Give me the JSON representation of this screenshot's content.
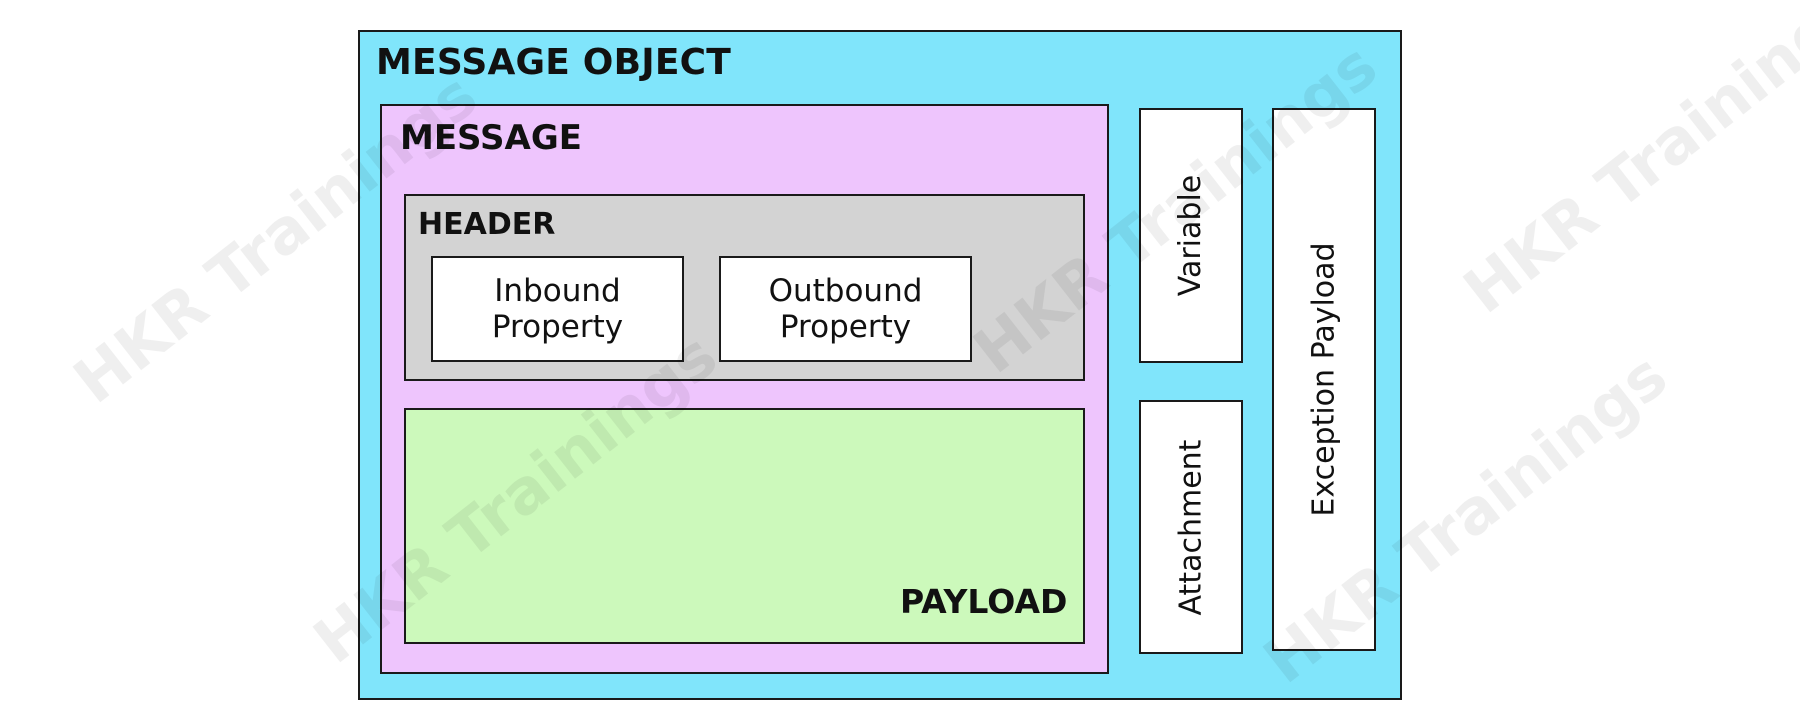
{
  "diagram": {
    "message_object": {
      "title": "MESSAGE OBJECT"
    },
    "message": {
      "title": "MESSAGE"
    },
    "header": {
      "title": "HEADER",
      "inbound": {
        "line1": "Inbound",
        "line2": "Property"
      },
      "outbound": {
        "line1": "Outbound",
        "line2": "Property"
      }
    },
    "payload": {
      "label": "PAYLOAD"
    },
    "side_boxes": {
      "variable": "Variable",
      "attachment": "Attachment",
      "exception_payload": "Exception Payload"
    }
  },
  "watermark": {
    "text": "HKR Trainings"
  },
  "colors": {
    "message_object_bg": "#80e5fb",
    "message_bg": "#eec5fd",
    "header_bg": "#d3d3d3",
    "payload_bg": "#ccf9bb",
    "box_bg": "#ffffff",
    "border": "#1a1a1a"
  }
}
